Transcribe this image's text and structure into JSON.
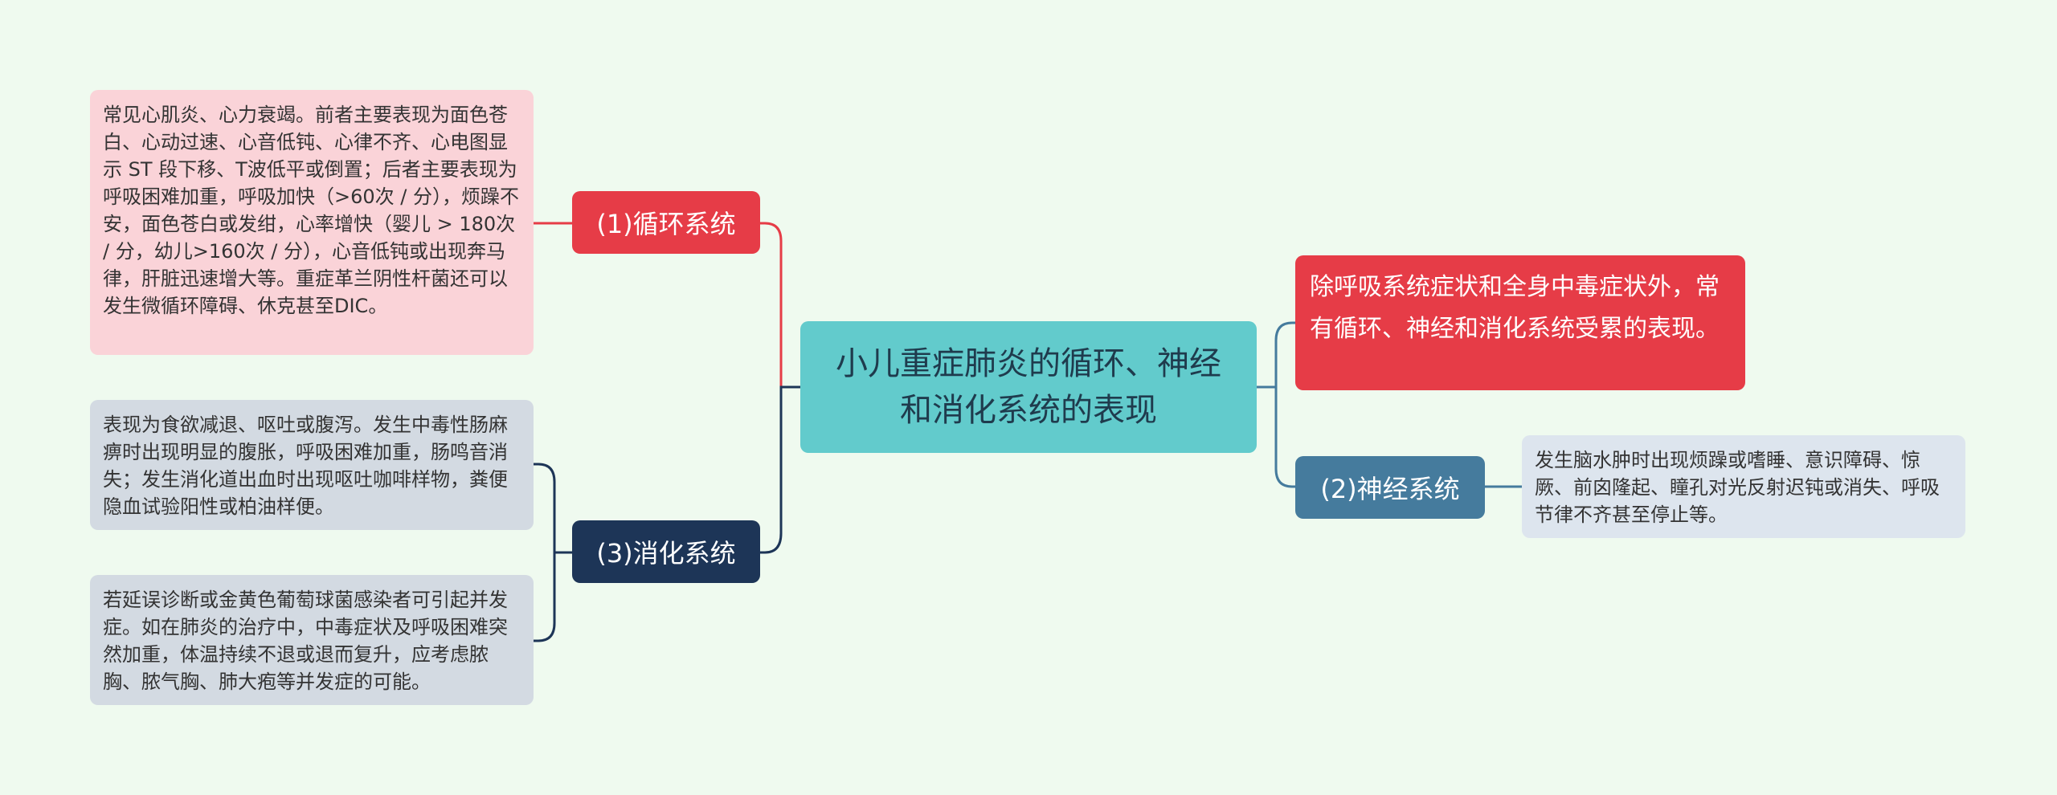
{
  "root": {
    "title": "小儿重症肺炎的循环、神经和消化系统的表现"
  },
  "summary": {
    "text": "除呼吸系统症状和全身中毒症状外，常有循环、神经和消化系统受累的表现。"
  },
  "branches": {
    "circulation": {
      "label": "(1)循环系统",
      "detail": "常见心肌炎、心力衰竭。前者主要表现为面色苍白、心动过速、心音低钝、心律不齐、心电图显示 ST 段下移、T波低平或倒置；后者主要表现为呼吸困难加重，呼吸加快（>60次 / 分），烦躁不安，面色苍白或发绀，心率增快（婴儿 > 180次 / 分，幼儿>160次 / 分），心音低钝或出现奔马律，肝脏迅速增大等。重症革兰阴性杆菌还可以发生微循环障碍、休克甚至DIC。"
    },
    "nervous": {
      "label": "(2)神经系统",
      "detail": "发生脑水肿时出现烦躁或嗜睡、意识障碍、惊厥、前囟隆起、瞳孔对光反射迟钝或消失、呼吸节律不齐甚至停止等。"
    },
    "digestive": {
      "label": "(3)消化系统",
      "detail1": "表现为食欲减退、呕吐或腹泻。发生中毒性肠麻痹时出现明显的腹胀，呼吸困难加重，肠鸣音消失；发生消化道出血时出现呕吐咖啡样物，粪便隐血试验阳性或柏油样便。",
      "detail2": "若延误诊断或金黄色葡萄球菌感染者可引起并发症。如在肺炎的治疗中，中毒症状及呼吸困难突然加重，体温持续不退或退而复升，应考虑脓胸、脓气胸、肺大疱等并发症的可能。"
    }
  },
  "colors": {
    "background": "#effaef",
    "root": "#62cbcc",
    "circulation": "#e63c47",
    "digestive": "#1d3557",
    "nervous": "#457b9d",
    "leaf_red": "#fad3d8",
    "leaf_gray": "#d3dae2"
  }
}
